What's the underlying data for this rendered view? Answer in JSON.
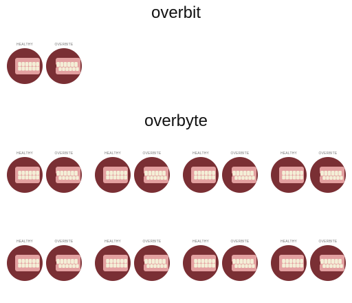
{
  "sections": [
    {
      "title": "overbit",
      "pair_count": 1
    },
    {
      "title": "overbyte",
      "pair_count": 8
    }
  ],
  "illustration": {
    "left_caption": "HEALTHY",
    "right_caption": "OVERBITE",
    "icon_name": "teeth-bite-icon"
  },
  "colors": {
    "circle_dark": "#7a2f34",
    "gum": "#e3a0a0",
    "teeth": "#f4efd7",
    "background": "#ffffff"
  }
}
